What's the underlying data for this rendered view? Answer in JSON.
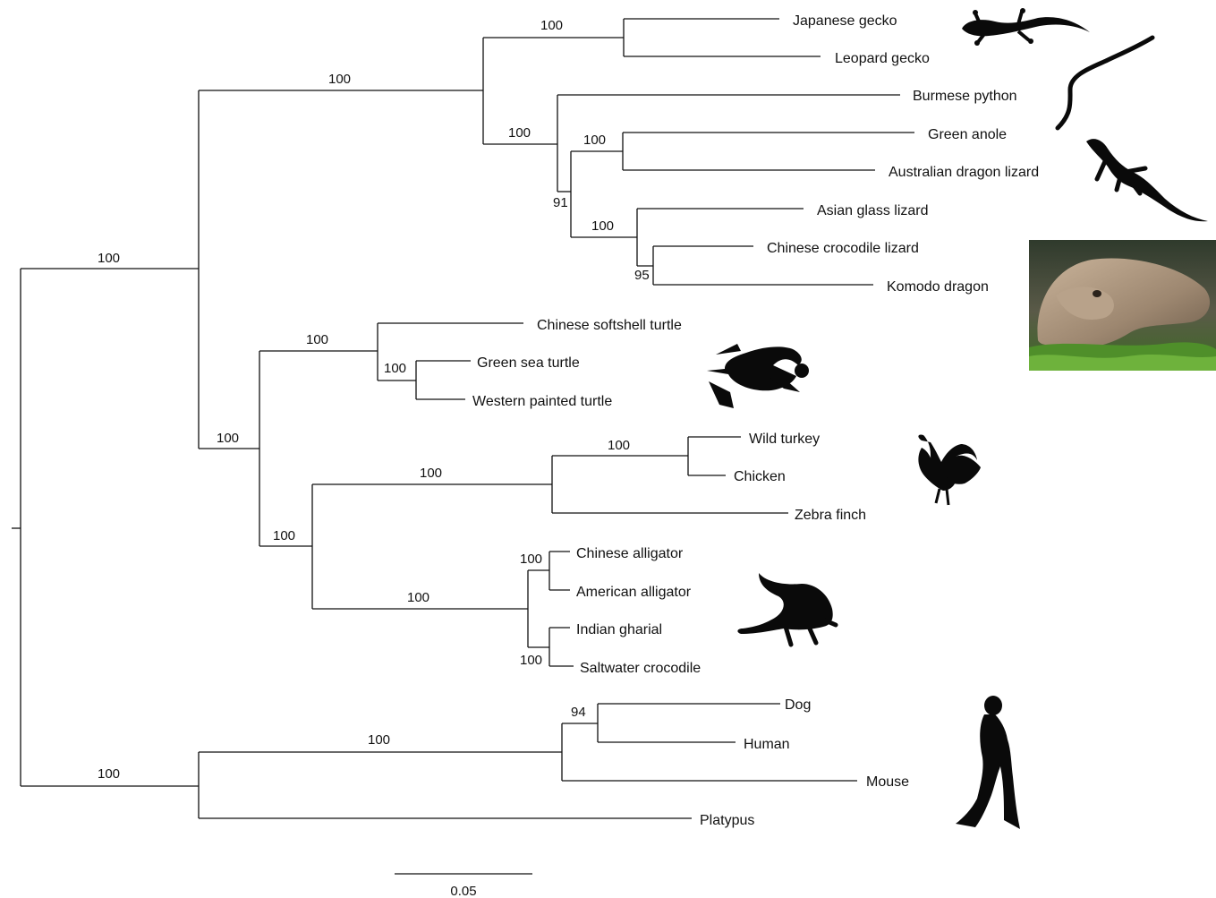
{
  "taxa": {
    "japanese_gecko": "Japanese gecko",
    "leopard_gecko": "Leopard gecko",
    "burmese_python": "Burmese python",
    "green_anole": "Green anole",
    "australian_dragon": "Australian dragon lizard",
    "asian_glass_lizard": "Asian glass lizard",
    "chinese_crocodile_lizard": "Chinese crocodile lizard",
    "komodo_dragon": "Komodo dragon",
    "chinese_softshell_turtle": "Chinese softshell turtle",
    "green_sea_turtle": "Green sea turtle",
    "western_painted_turtle": "Western painted turtle",
    "wild_turkey": "Wild turkey",
    "chicken": "Chicken",
    "zebra_finch": "Zebra finch",
    "chinese_alligator": "Chinese alligator",
    "american_alligator": "American alligator",
    "indian_gharial": "Indian gharial",
    "saltwater_crocodile": "Saltwater crocodile",
    "dog": "Dog",
    "human": "Human",
    "mouse": "Mouse",
    "platypus": "Platypus"
  },
  "support": {
    "sauropsida": "100",
    "squamata": "100",
    "gekkota": "100",
    "toxicofera": "100",
    "anole_dragon": "100",
    "iguania_anguimorpha": "91",
    "anguimorpha": "100",
    "crocodile_lizard_komodo": "95",
    "archelosauria": "100",
    "testudines": "100",
    "cryptodira": "100",
    "archosauria": "100",
    "aves": "100",
    "galliformes": "100",
    "crocodylia": "100",
    "alligatoridae": "100",
    "gavialidae": "100",
    "mammalia": "100",
    "theria": "100",
    "boreoeutheria": "94"
  },
  "scale_bar": {
    "label": "0.05"
  },
  "silhouettes": [
    "gecko-silhouette",
    "snake-silhouette",
    "lizard-silhouette",
    "komodo-dragon-photo",
    "turtle-silhouette",
    "rooster-silhouette",
    "crocodile-silhouette",
    "human-silhouette"
  ]
}
